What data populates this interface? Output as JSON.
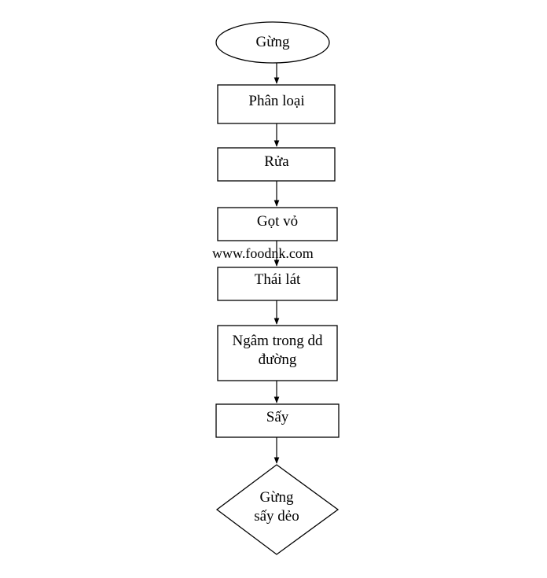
{
  "flowchart": {
    "start": {
      "label": "Gừng"
    },
    "steps": [
      {
        "lines": [
          "Phân loại"
        ]
      },
      {
        "lines": [
          "Rửa"
        ]
      },
      {
        "lines": [
          "Gọt vỏ"
        ]
      },
      {
        "lines": [
          "Thái lát"
        ]
      },
      {
        "lines": [
          "Ngâm trong dd",
          "đường"
        ]
      },
      {
        "lines": [
          "Sấy"
        ]
      }
    ],
    "end": {
      "lines": [
        "Gừng",
        "sấy dẻo"
      ]
    }
  },
  "watermark": "www.foodnk.com"
}
